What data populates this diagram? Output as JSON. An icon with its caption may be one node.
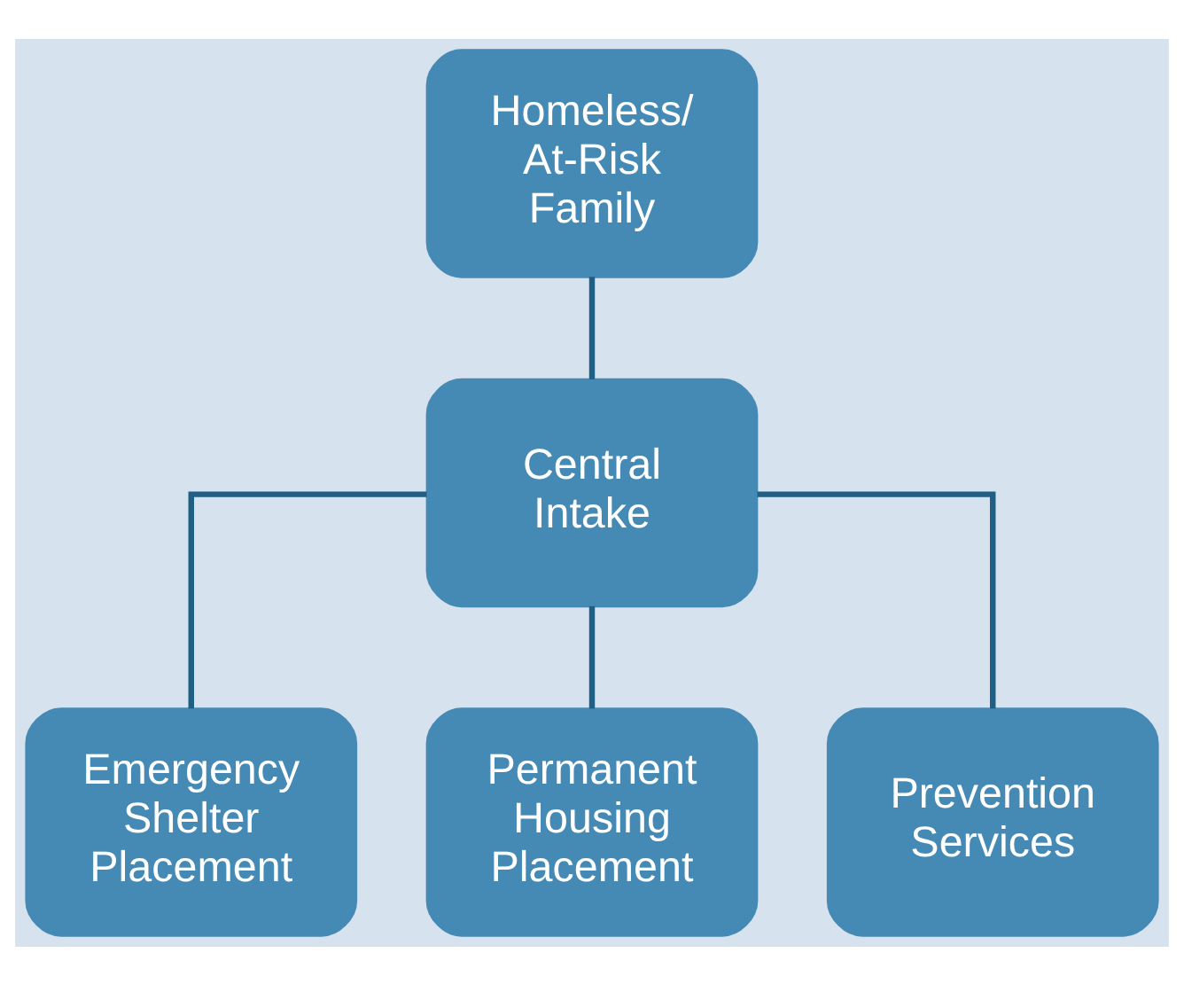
{
  "diagram": {
    "nodes": [
      {
        "text": [
          "Homeless/ At-Risk Family"
        ]
      },
      {
        "text": [
          "Central Intake"
        ]
      },
      {
        "text": [
          "Emergency Shelter Placement"
        ]
      },
      {
        "text": [
          "Permanent Housing Placement"
        ]
      },
      {
        "text": [
          "Prevention Services"
        ]
      }
    ],
    "edges": [
      {
        "from": 0,
        "to": 1,
        "arrow": "none"
      },
      {
        "from": 1,
        "to": 2,
        "arrow": "none"
      },
      {
        "from": 1,
        "to": 3,
        "arrow": "none"
      },
      {
        "from": 1,
        "to": 4,
        "arrow": "none"
      }
    ]
  }
}
